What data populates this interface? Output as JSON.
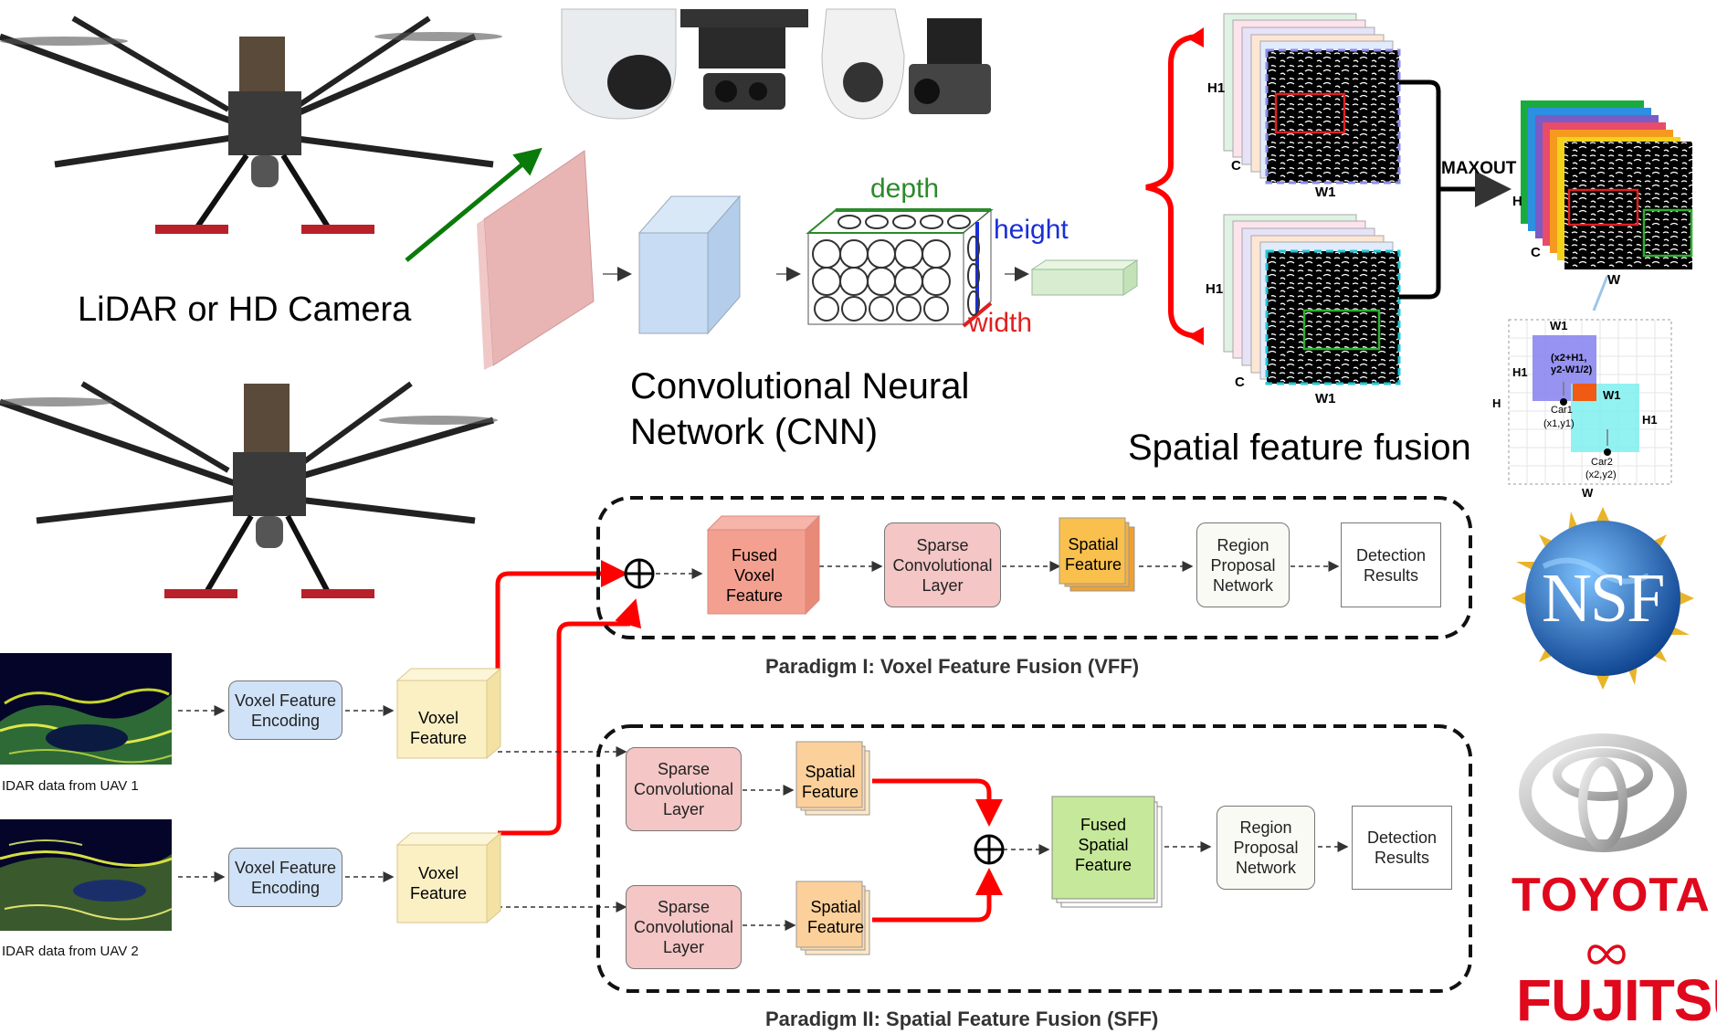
{
  "top": {
    "lidar_label": "LiDAR or HD Camera",
    "cnn_label_line1": "Convolutional Neural",
    "cnn_label_line2": "Network (CNN)",
    "depth_label": "depth",
    "height_label": "height",
    "width_label": "width",
    "fusion_label": "Spatial feature fusion",
    "maxout_label": "MAXOUT",
    "dim_h1": "H1",
    "dim_c": "C",
    "dim_w1": "W1",
    "dim_h": "H",
    "dim_w": "W"
  },
  "overlap": {
    "w1": "W1",
    "h1": "H1",
    "h": "H",
    "w": "W",
    "expr_line1": "(x2+H1,",
    "expr_line2": "y2-W1/2)",
    "car1": "Car1",
    "car1_coord": "(x1,y1)",
    "car2": "Car2",
    "car2_coord": "(x2,y2)"
  },
  "pipeline": {
    "uav1_caption": "IDAR data from UAV 1",
    "uav2_caption": "IDAR data from UAV 2",
    "voxel_encoding": "Voxel Feature Encoding",
    "voxel_feature": "Voxel Feature",
    "vff": {
      "fused_voxel": "Fused Voxel Feature",
      "sparse_conv": "Sparse Convolutional Layer",
      "spatial_feature": "Spatial Feature",
      "rpn": "Region Proposal Network",
      "results": "Detection Results",
      "title": "Paradigm I:  Voxel Feature Fusion (VFF)"
    },
    "sff": {
      "sparse_conv": "Sparse Convolutional Layer",
      "spatial_feature": "Spatial Feature",
      "fused_spatial": "Fused Spatial Feature",
      "rpn": "Region Proposal Network",
      "results": "Detection Results",
      "title": "Paradigm II:  Spatial Feature Fusion (SFF)"
    }
  },
  "logos": {
    "nsf": "NSF",
    "toyota": "TOYOTA",
    "fujitsu": "FUJITSU"
  },
  "colors": {
    "red_arrow": "#ff0000",
    "green_arrow": "#0a7a0a",
    "voxel_blue": "#cfe2f7",
    "voxel_yellow": "#fbefc4",
    "sparse_pink": "#f4c6c6",
    "spatial_orange": "#fcd9a6",
    "fused_green": "#c9ea9e"
  }
}
